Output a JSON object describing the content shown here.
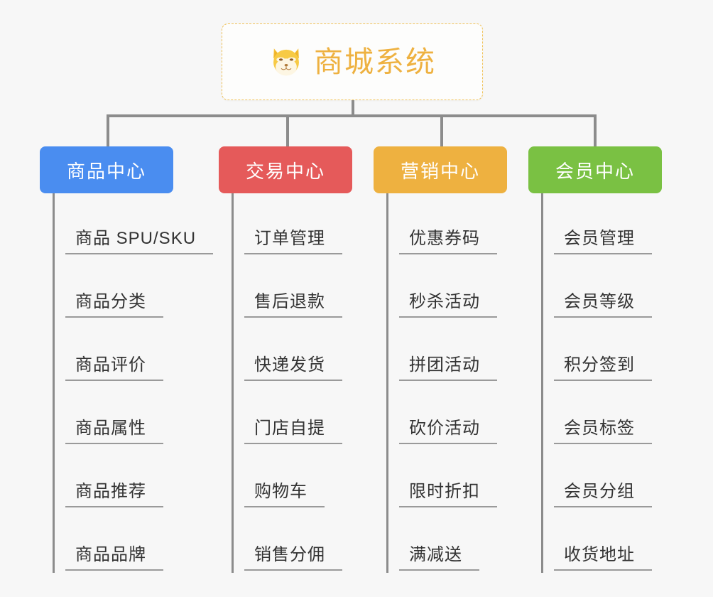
{
  "diagram": {
    "type": "mind-map",
    "background_color": "#f7f7f7",
    "root": {
      "title": "商城系统",
      "icon": "shiba-dog-icon",
      "text_color": "#eeb140",
      "border_color": "#f0c259"
    },
    "branches": [
      {
        "title": "商品中心",
        "color": "#4a8df0",
        "items": [
          "商品 SPU/SKU",
          "商品分类",
          "商品评价",
          "商品属性",
          "商品推荐",
          "商品品牌"
        ]
      },
      {
        "title": "交易中心",
        "color": "#e55a5a",
        "items": [
          "订单管理",
          "售后退款",
          "快递发货",
          "门店自提",
          "购物车",
          "销售分佣"
        ]
      },
      {
        "title": "营销中心",
        "color": "#eeb140",
        "items": [
          "优惠券码",
          "秒杀活动",
          "拼团活动",
          "砍价活动",
          "限时折扣",
          "满减送"
        ]
      },
      {
        "title": "会员中心",
        "color": "#7ac143",
        "items": [
          "会员管理",
          "会员等级",
          "积分签到",
          "会员标签",
          "会员分组",
          "收货地址"
        ]
      }
    ]
  }
}
